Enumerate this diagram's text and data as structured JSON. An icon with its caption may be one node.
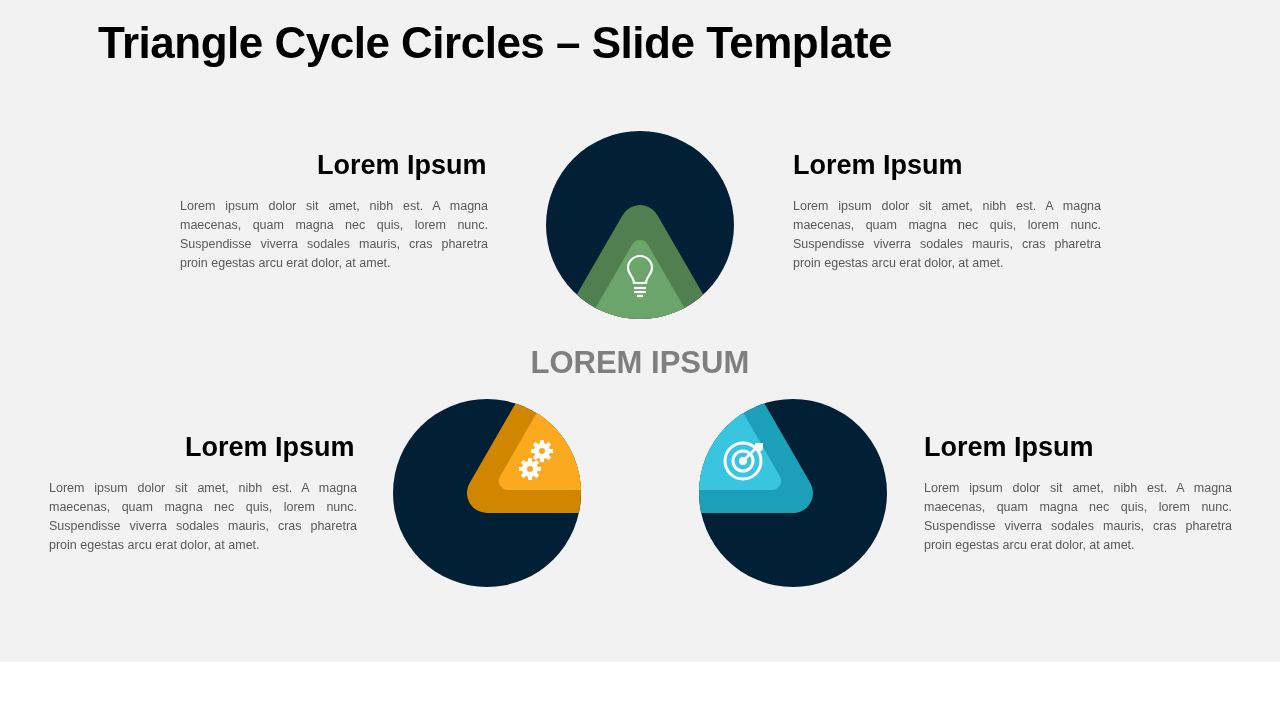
{
  "diagram": {
    "title": "Triangle Cycle Circles – Slide Template",
    "labels": [
      "Lorem Ipsum",
      "Lorem ipsum dolor sit amet, nibh est. A magna maecenas, quam magna nec quis, lorem nunc. Suspendisse viverra sodales mauris, cras pharetra proin egestas arcu erat dolor, at amet.",
      "Lorem Ipsum",
      "Lorem ipsum dolor sit amet, nibh est. A magna maecenas, quam magna nec quis, lorem nunc. Suspendisse viverra sodales mauris, cras pharetra proin egestas arcu erat dolor, at amet.",
      "LOREM IPSUM",
      "Lorem Ipsum",
      "Lorem ipsum dolor sit amet, nibh est. A magna maecenas, quam magna nec quis, lorem nunc. Suspendisse viverra sodales mauris, cras pharetra proin egestas arcu erat dolor, at amet.",
      "Lorem Ipsum",
      "Lorem ipsum dolor sit amet, nibh est. A magna maecenas, quam magna nec quis, lorem nunc. Suspendisse viverra sodales mauris, cras pharetra proin egestas arcu erat dolor, at amet."
    ]
  }
}
